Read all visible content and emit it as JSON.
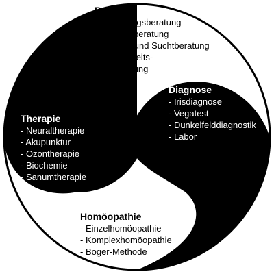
{
  "colors": {
    "ink": "#000000",
    "paper": "#ffffff"
  },
  "sections": {
    "beratung": {
      "title": "Beratung",
      "items": [
        "- Ernährungsberatung",
        "- Familienberatung",
        "- Alkohol- und Suchtberatung",
        "- Gesundheits-",
        "beratung"
      ]
    },
    "diagnose": {
      "title": "Diagnose",
      "items": [
        "- Irisdiagnose",
        "- Vegatest",
        "- Dunkelfelddiagnostik",
        "- Labor"
      ]
    },
    "therapie": {
      "title": "Therapie",
      "items": [
        "- Neuraltherapie",
        "- Akupunktur",
        "- Ozontherapie",
        "- Biochemie",
        "- Sanumtherapie"
      ]
    },
    "homoeopathie": {
      "title": "Homöopathie",
      "items": [
        "- Einzelhomöopathie",
        "- Komplexhomöopathie",
        "- Boger-Methode"
      ]
    }
  }
}
